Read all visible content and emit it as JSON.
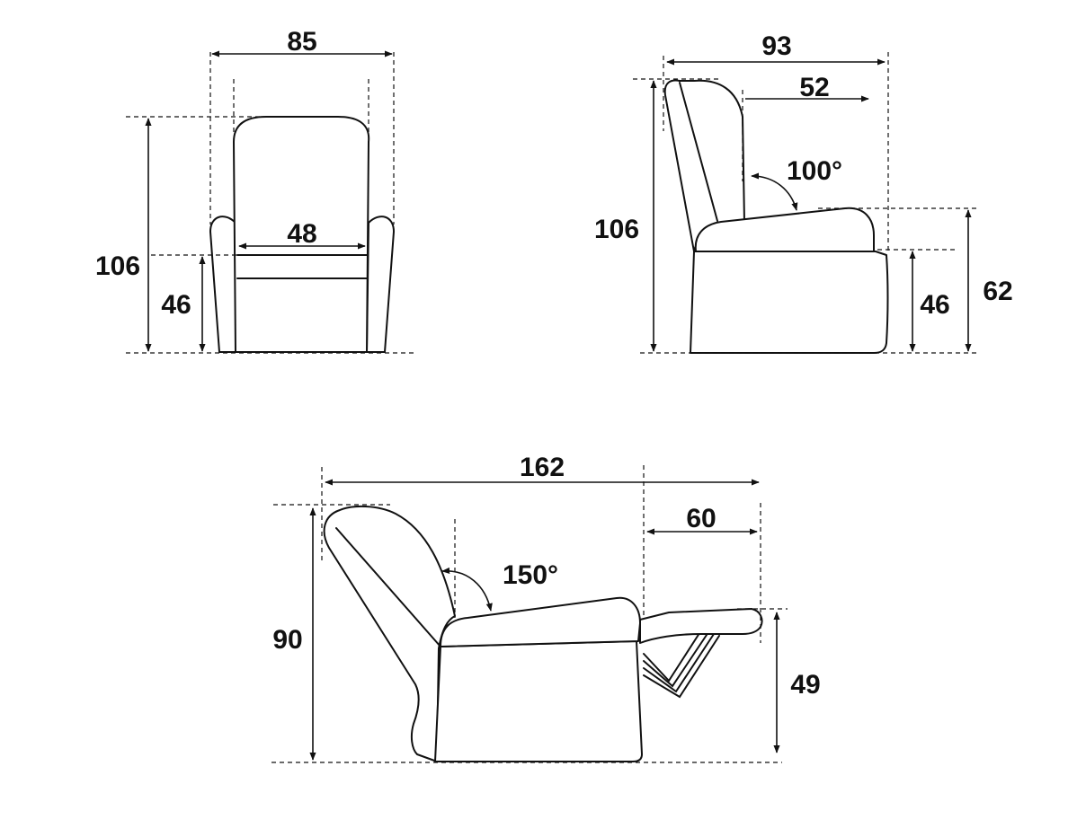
{
  "front_view": {
    "width": "85",
    "seat_width": "48",
    "height": "106",
    "seat_height": "46"
  },
  "side_view": {
    "depth": "93",
    "seat_depth": "52",
    "back_angle": "100°",
    "height": "106",
    "seat_height": "46",
    "arm_height": "62"
  },
  "reclined_view": {
    "length": "162",
    "footrest_length": "60",
    "back_angle": "150°",
    "height": "90",
    "footrest_height": "49"
  },
  "colors": {
    "line": "#111111",
    "background": "#ffffff"
  }
}
